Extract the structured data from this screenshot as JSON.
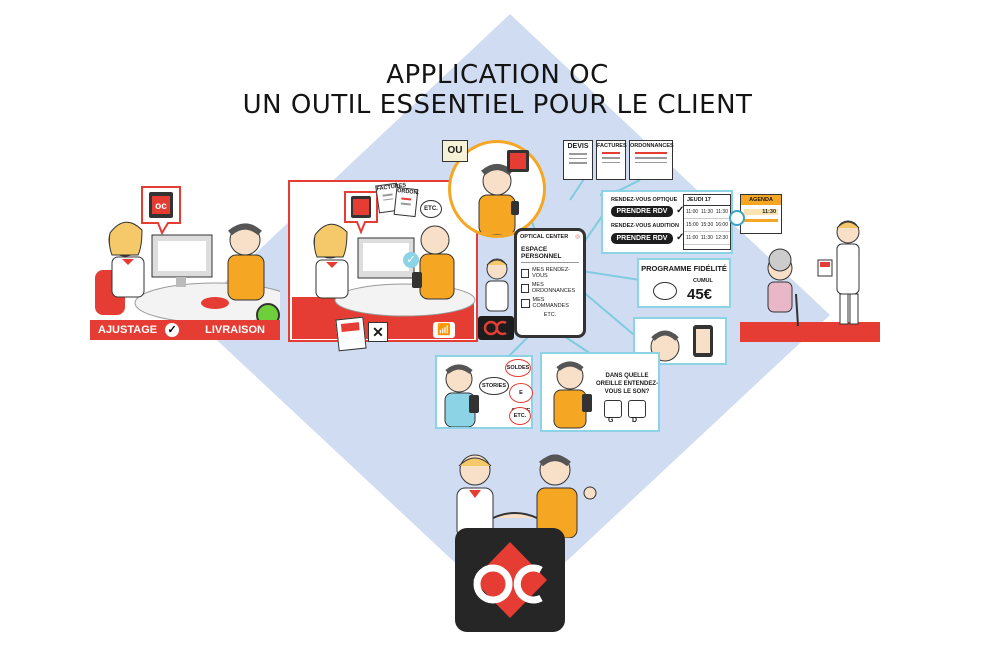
{
  "title": {
    "line1": "APPLICATION OC",
    "line2": "UN OUTIL ESSENTIEL POUR LE CLIENT"
  },
  "left_panel": {
    "bar_left": "AJUSTAGE",
    "bar_right": "LIVRAISON"
  },
  "middle_panel": {
    "doc_factures": "FACTURES",
    "doc_ordonnances": "ORDON.",
    "etc": "ETC."
  },
  "bubble": {
    "ou_label": "OU"
  },
  "phone": {
    "brand": "OPTICAL CENTER",
    "heading": "ESPACE PERSONNEL",
    "items": [
      "MES RENDEZ-VOUS",
      "MES ORDONNANCES",
      "MES COMMANDES"
    ],
    "more": "ETC."
  },
  "documents": {
    "devis": "DEVIS",
    "factures": "FACTURES",
    "ordonnances": "ORDONNANCES"
  },
  "rdv": {
    "optique_label": "RENDEZ-VOUS OPTIQUE",
    "optique_button": "PRENDRE RDV",
    "audition_label": "RENDEZ-VOUS AUDITION",
    "audition_button": "PRENDRE RDV"
  },
  "calendar": {
    "day": "JEUDI 17",
    "rows": [
      [
        "11:00",
        "11:30",
        "11:30"
      ],
      [
        "15:00",
        "15:30",
        "16:00"
      ],
      [
        "11:00",
        "11:30",
        "12:30"
      ]
    ]
  },
  "agenda": {
    "title": "AGENDA",
    "time": "11:30"
  },
  "fidelite": {
    "title": "PROGRAMME FIDÉLITÉ",
    "cumul": "CUMUL",
    "amount": "45€"
  },
  "stories": {
    "soldes": "SOLDES",
    "stories": "STORIES",
    "ecarte": "E CARTE",
    "etc": "ETC."
  },
  "hearing": {
    "question": "DANS QUELLE OREILLE ENTENDEZ-VOUS LE SON?",
    "left": "G",
    "right": "D"
  },
  "logo": {
    "text": "OC"
  },
  "colors": {
    "brand_red": "#e53d33",
    "diamond_blue": "#cfdcf1",
    "connector_blue": "#7fcbe0",
    "orange": "#f5a623",
    "dark": "#1d1d1d"
  }
}
